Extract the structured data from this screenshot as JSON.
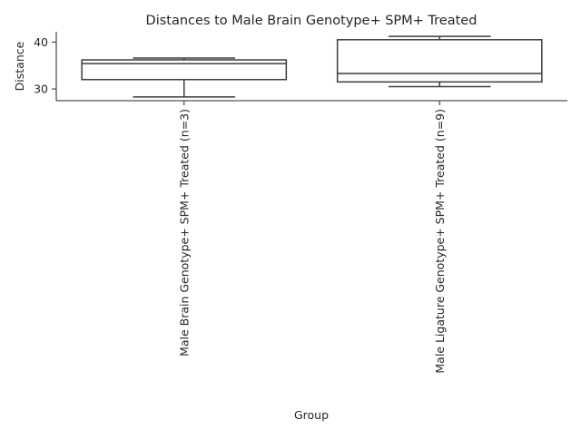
{
  "chart_data": {
    "type": "box",
    "title": "Distances to Male Brain Genotype+ SPM+ Treated",
    "xlabel": "Group",
    "ylabel": "Distance",
    "ylim": [
      27.5,
      42.2
    ],
    "yticks": [
      30,
      40
    ],
    "grid": false,
    "categories": [
      "Male Brain Genotype+ SPM+ Treated (n=3)",
      "Male Ligature Genotype+ SPM+ Treated (n=9)"
    ],
    "boxes": [
      {
        "whisker_low": 28.3,
        "q1": 32.0,
        "median": 35.4,
        "q3": 36.2,
        "whisker_high": 36.6
      },
      {
        "whisker_low": 30.5,
        "q1": 31.5,
        "median": 33.3,
        "q3": 40.5,
        "whisker_high": 41.2
      }
    ],
    "colors": {
      "box_edge": "#3d3d3d",
      "axis": "#262626",
      "text": "#262626",
      "background": "#ffffff"
    }
  }
}
